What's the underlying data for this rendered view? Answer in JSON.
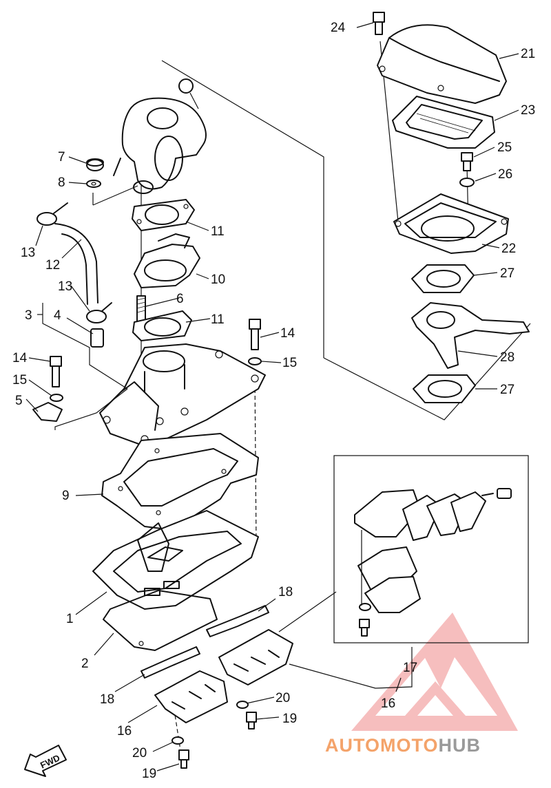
{
  "callouts": {
    "c1": "1",
    "c2": "2",
    "c3": "3",
    "c4": "4",
    "c5": "5",
    "c6": "6",
    "c7": "7",
    "c8": "8",
    "c9": "9",
    "c10": "10",
    "c11a": "11",
    "c11b": "11",
    "c12": "12",
    "c13a": "13",
    "c13b": "13",
    "c14a": "14",
    "c14b": "14",
    "c15a": "15",
    "c15b": "15",
    "c16a": "16",
    "c16b": "16",
    "c17": "17",
    "c18a": "18",
    "c18b": "18",
    "c19a": "19",
    "c19b": "19",
    "c20a": "20",
    "c20b": "20",
    "c21": "21",
    "c22": "22",
    "c23": "23",
    "c24": "24",
    "c25": "25",
    "c26": "26",
    "c27a": "27",
    "c27b": "27",
    "c28": "28"
  },
  "fwd_label": "FWD",
  "watermark": {
    "auto": "AUTO",
    "moto": "MOTO",
    "hub": "HUB",
    "colors": {
      "logo_red": "#f08a8a",
      "auto_orange": "#f4a36a",
      "hub_gray": "#9a9a9a"
    }
  }
}
